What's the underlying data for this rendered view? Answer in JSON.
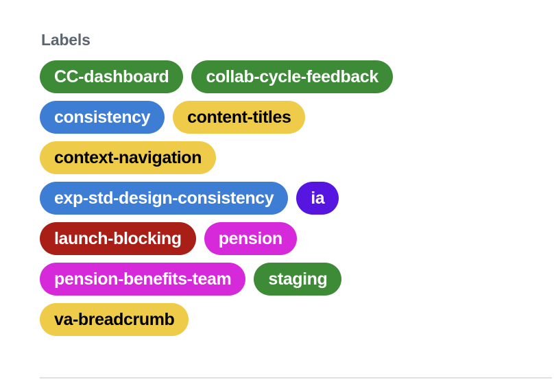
{
  "section": {
    "title": "Labels",
    "title_color": "#5c6570"
  },
  "palette": {
    "green": "#3d8b37",
    "blue": "#3d7dd4",
    "yellow": "#efcb4a",
    "purple": "#5715e0",
    "dark_red": "#a91f18",
    "magenta": "#d62ada",
    "white_text": "#ffffff",
    "black_text": "#000000",
    "divider": "#dcdfe3",
    "background": "#ffffff"
  },
  "rows": [
    {
      "labels": [
        {
          "name": "CC-dashboard",
          "bg": "#3d8b37",
          "fg": "#ffffff"
        },
        {
          "name": "collab-cycle-feedback",
          "bg": "#3d8b37",
          "fg": "#ffffff"
        }
      ]
    },
    {
      "labels": [
        {
          "name": "consistency",
          "bg": "#3d7dd4",
          "fg": "#ffffff"
        },
        {
          "name": "content-titles",
          "bg": "#efcb4a",
          "fg": "#000000"
        }
      ]
    },
    {
      "labels": [
        {
          "name": "context-navigation",
          "bg": "#efcb4a",
          "fg": "#000000"
        }
      ]
    },
    {
      "labels": [
        {
          "name": "exp-std-design-consistency",
          "bg": "#3d7dd4",
          "fg": "#ffffff"
        },
        {
          "name": "ia",
          "bg": "#5715e0",
          "fg": "#ffffff"
        }
      ]
    },
    {
      "labels": [
        {
          "name": "launch-blocking",
          "bg": "#a91f18",
          "fg": "#ffffff"
        },
        {
          "name": "pension",
          "bg": "#d62ada",
          "fg": "#ffffff"
        }
      ]
    },
    {
      "labels": [
        {
          "name": "pension-benefits-team",
          "bg": "#d62ada",
          "fg": "#ffffff"
        },
        {
          "name": "staging",
          "bg": "#3d8b37",
          "fg": "#ffffff"
        }
      ]
    },
    {
      "labels": [
        {
          "name": "va-breadcrumb",
          "bg": "#efcb4a",
          "fg": "#000000"
        }
      ]
    }
  ]
}
